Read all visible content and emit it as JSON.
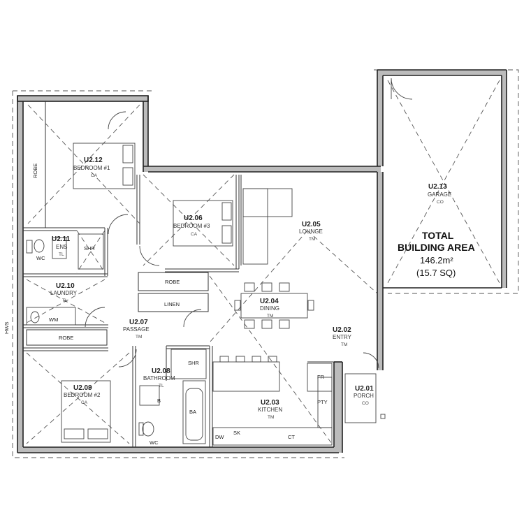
{
  "rooms": {
    "bed1": {
      "code": "U2.12",
      "name": "BEDROOM #1",
      "floor": "CA"
    },
    "bed3": {
      "code": "U2.06",
      "name": "BEDROOM #3",
      "floor": "CA"
    },
    "ens": {
      "code": "U2.11",
      "name": "ENS",
      "floor": "TL"
    },
    "laundry": {
      "code": "U2.10",
      "name": "LAUNDRY",
      "floor": "TL"
    },
    "passage": {
      "code": "U2.07",
      "name": "PASSAGE",
      "floor": "TM"
    },
    "bath": {
      "code": "U2.08",
      "name": "BATHROOM",
      "floor": "TL"
    },
    "bed2": {
      "code": "U2.09",
      "name": "BEDROOM #2",
      "floor": "CA"
    },
    "lounge": {
      "code": "U2.05",
      "name": "LOUNGE",
      "floor": "TM"
    },
    "dining": {
      "code": "U2.04",
      "name": "DINING",
      "floor": "TM"
    },
    "entry": {
      "code": "U2.02",
      "name": "ENTRY",
      "floor": "TM"
    },
    "kitchen": {
      "code": "U2.03",
      "name": "KITCHEN",
      "floor": "TM"
    },
    "porch": {
      "code": "U2.01",
      "name": "PORCH",
      "floor": "CO"
    },
    "garage": {
      "code": "U2.13",
      "name": "GARAGE",
      "floor": "CO"
    }
  },
  "fixtures": {
    "robe_bed1": "ROBE",
    "shr_ens": "SHR",
    "wc_ens": "WC",
    "robe_bed3": "ROBE",
    "linen": "LINEN",
    "wm": "WM",
    "robe_laundry": "ROBE",
    "shr_bath": "SHR",
    "b": "B",
    "ba": "BA",
    "wc_bath": "WC",
    "dw": "DW",
    "sk": "SK",
    "ct": "CT",
    "fr": "FR",
    "pty": "PTY",
    "hws": "HWS"
  },
  "total": {
    "title_line1": "TOTAL",
    "title_line2": "BUILDING AREA",
    "area": "146.2m²",
    "squares": "(15.7 SQ)"
  }
}
